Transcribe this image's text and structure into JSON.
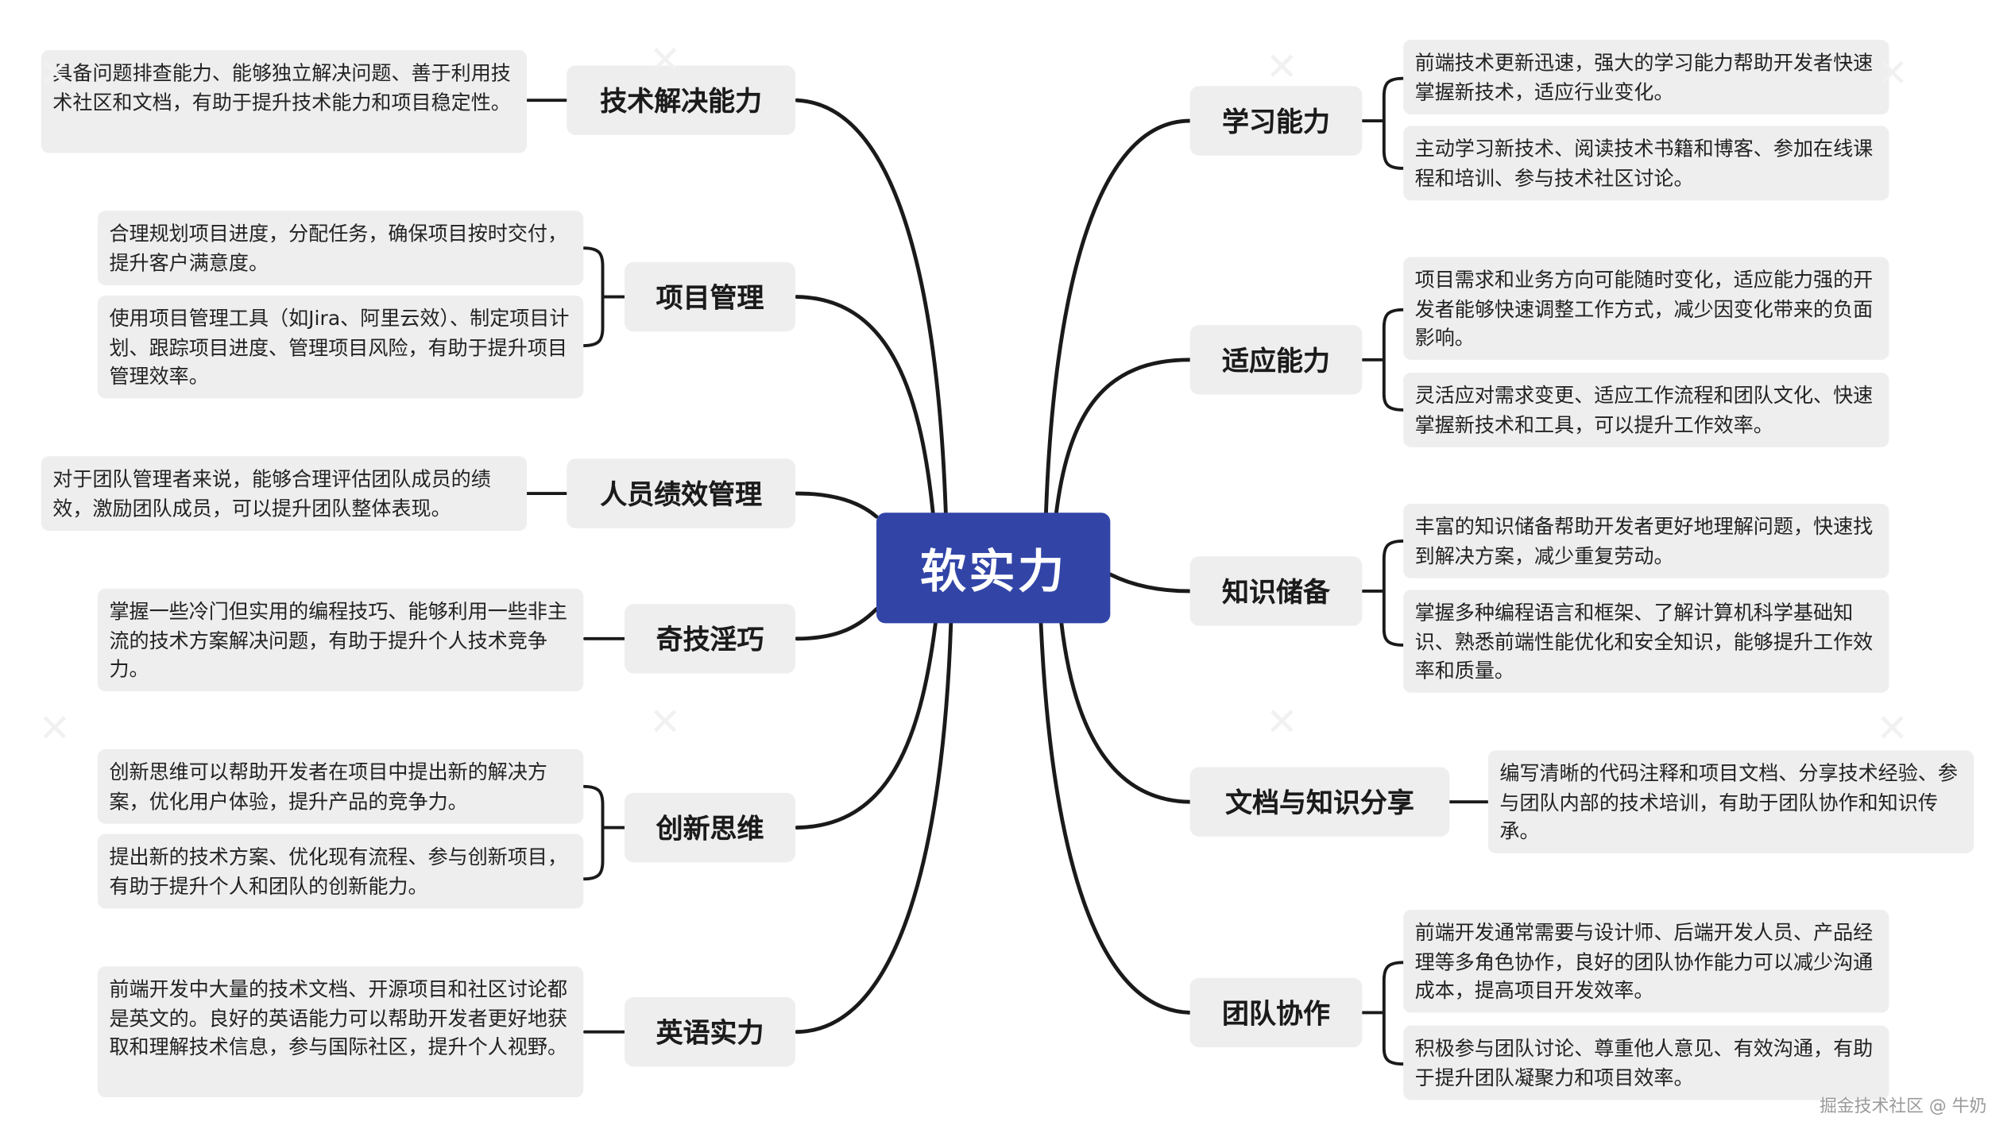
{
  "root": {
    "label": "软实力"
  },
  "left_topics": [
    {
      "id": "tech",
      "label": "技术解决能力",
      "notes": [
        "具备问题排查能力、能够独立解决问题、善于利用技术社区和文档，有助于提升技术能力和项目稳定性。"
      ]
    },
    {
      "id": "pm",
      "label": "项目管理",
      "notes": [
        "合理规划项目进度，分配任务，确保项目按时交付，提升客户满意度。",
        "使用项目管理工具（如Jira、阿里云效）、制定项目计划、跟踪项目进度、管理项目风险，有助于提升项目管理效率。"
      ]
    },
    {
      "id": "perf",
      "label": "人员绩效管理",
      "notes": [
        "对于团队管理者来说，能够合理评估团队成员的绩效，激励团队成员，可以提升团队整体表现。"
      ]
    },
    {
      "id": "tricks",
      "label": "奇技淫巧",
      "notes": [
        "掌握一些冷门但实用的编程技巧、能够利用一些非主流的技术方案解决问题，有助于提升个人技术竞争力。"
      ]
    },
    {
      "id": "innov",
      "label": "创新思维",
      "notes": [
        "创新思维可以帮助开发者在项目中提出新的解决方案，优化用户体验，提升产品的竞争力。",
        "提出新的技术方案、优化现有流程、参与创新项目，有助于提升个人和团队的创新能力。"
      ]
    },
    {
      "id": "english",
      "label": "英语实力",
      "notes": [
        "前端开发中大量的技术文档、开源项目和社区讨论都是英文的。良好的英语能力可以帮助开发者更好地获取和理解技术信息，参与国际社区，提升个人视野。"
      ]
    }
  ],
  "right_topics": [
    {
      "id": "learn",
      "label": "学习能力",
      "notes": [
        "前端技术更新迅速，强大的学习能力帮助开发者快速掌握新技术，适应行业变化。",
        "主动学习新技术、阅读技术书籍和博客、参加在线课程和培训、参与技术社区讨论。"
      ]
    },
    {
      "id": "adapt",
      "label": "适应能力",
      "notes": [
        "项目需求和业务方向可能随时变化，适应能力强的开发者能够快速调整工作方式，减少因变化带来的负面影响。",
        "灵活应对需求变更、适应工作流程和团队文化、快速掌握新技术和工具，可以提升工作效率。"
      ]
    },
    {
      "id": "knowledge",
      "label": "知识储备",
      "notes": [
        "丰富的知识储备帮助开发者更好地理解问题，快速找到解决方案，减少重复劳动。",
        "掌握多种编程语言和框架、了解计算机科学基础知识、熟悉前端性能优化和安全知识，能够提升工作效率和质量。"
      ]
    },
    {
      "id": "docs",
      "label": "文档与知识分享",
      "notes": [
        "编写清晰的代码注释和项目文档、分享技术经验、参与团队内部的技术培训，有助于团队协作和知识传承。"
      ]
    },
    {
      "id": "team",
      "label": "团队协作",
      "notes": [
        "前端开发通常需要与设计师、后端开发人员、产品经理等多角色协作，良好的团队协作能力可以减少沟通成本，提高项目开发效率。",
        "积极参与团队讨论、尊重他人意见、有效沟通，有助于提升团队凝聚力和项目效率。"
      ]
    }
  ],
  "watermark": "掘金技术社区 @ 牛奶",
  "colors": {
    "root_bg": "#3245a7",
    "topic_bg": "#eeeeee",
    "line": "#1a1a1a"
  }
}
